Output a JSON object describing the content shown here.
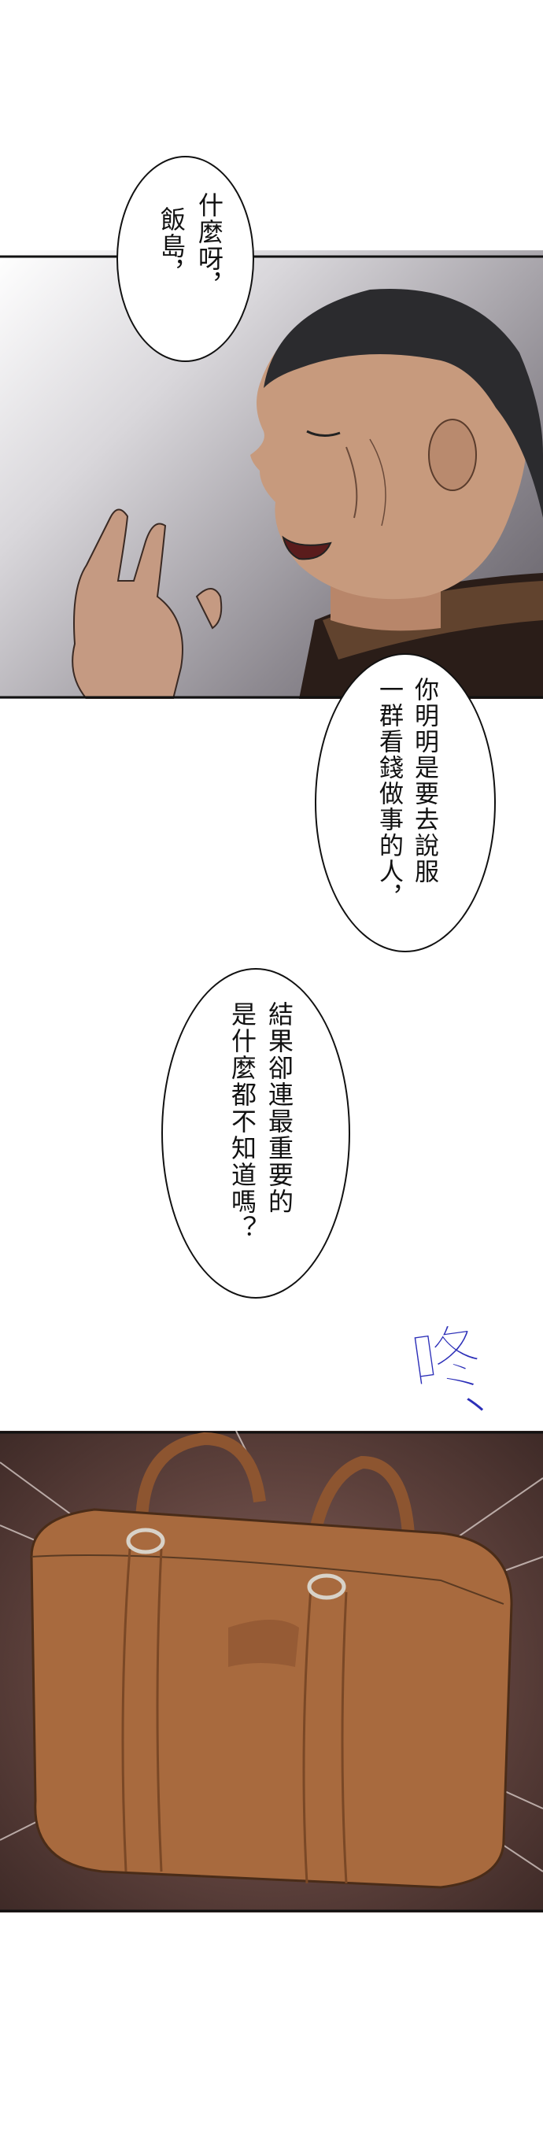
{
  "bubbles": [
    {
      "lines": [
        "什麼呀，",
        "飯島，"
      ]
    },
    {
      "lines": [
        "你明明是要去說服",
        "一群看錢做事的人，"
      ]
    },
    {
      "lines": [
        "結果卻連最重要的",
        "是什麼都不知道嗎？"
      ]
    }
  ],
  "sfx": {
    "text": "咚、",
    "color": "#2c2fb8"
  },
  "colors": {
    "panel1_bg": "#6e6b72",
    "skin": "#c79a7d",
    "hair": "#2b2b2e",
    "bag": "#a86a3e",
    "panel2_bg": "#6a4c46"
  }
}
